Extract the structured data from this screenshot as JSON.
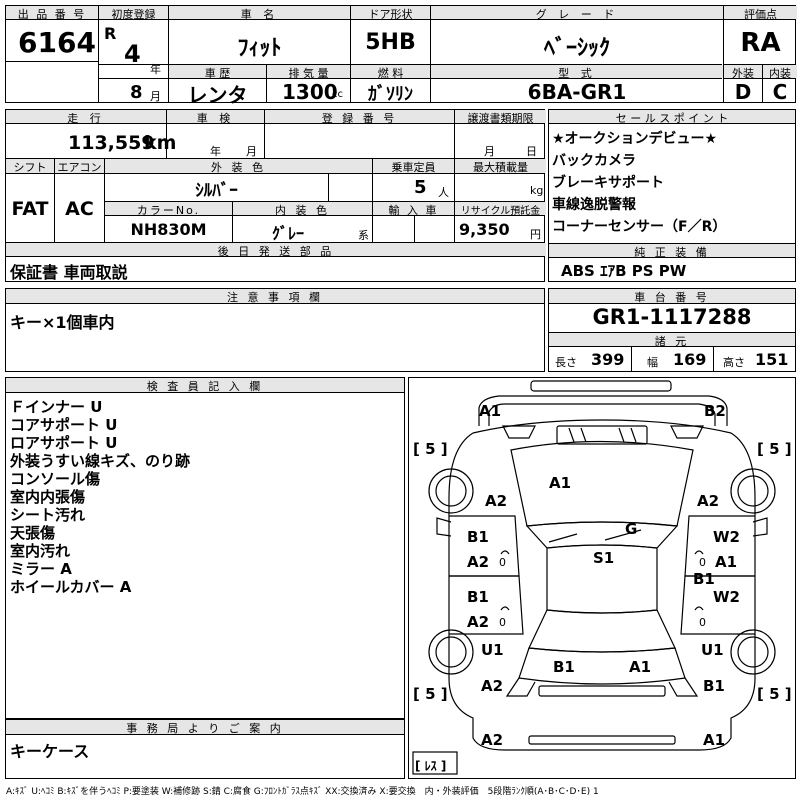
{
  "header": {
    "lot_no_label": "出 品 番 号",
    "lot_no": "6164",
    "first_reg_label": "初度登録",
    "era": "R",
    "year": "4",
    "year_unit": "年",
    "month": "8",
    "month_unit": "月",
    "car_name_label": "車 名",
    "car_name": "ﾌｨｯﾄ",
    "history_label": "車 歴",
    "history": "レンタ",
    "displacement_label": "排 気 量",
    "displacement": "1300",
    "displacement_unit": "cc",
    "door_label": "ドア形状",
    "door": "5HB",
    "fuel_label": "燃 料",
    "fuel": "ｶﾞｿﾘﾝ",
    "grade_label": "グ レ ー ド",
    "grade": "ﾍﾞｰｼｯｸ",
    "model_label": "型 式",
    "model": "6BA-GR1",
    "score_label": "評価点",
    "score": "RA",
    "exterior_label": "外装",
    "exterior": "D",
    "interior_label": "内装",
    "interior": "C"
  },
  "row2": {
    "mileage_label": "走 行",
    "mileage": "113,559",
    "mileage_unit": "km",
    "inspection_label": "車 検",
    "insp_year_unit": "年",
    "insp_month_unit": "月",
    "reg_no_label": "登 録 番 号",
    "transfer_label": "譲渡書類期限",
    "transfer_month_unit": "月",
    "transfer_day_unit": "日",
    "shift_label": "シフト",
    "shift": "FAT",
    "ac_label": "エアコン",
    "ac": "AC",
    "ext_color_label": "外 装 色",
    "ext_color": "ｼﾙﾊﾞｰ",
    "capacity_label": "乗車定員",
    "capacity": "5",
    "capacity_unit": "人",
    "max_load_label": "最大積載量",
    "max_load_unit": "kg",
    "color_no_label": "カラーNo.",
    "color_no": "NH830M",
    "int_color_label": "内 装 色",
    "int_color": "ｸﾞﾚｰ",
    "int_color_unit": "系",
    "import_label": "輸 入 車",
    "recycle_label": "リサイクル預託金",
    "recycle": "9,350",
    "recycle_unit": "円",
    "later_parts_label": "後 日 発 送 部 品",
    "later_parts": "保証書 車両取説"
  },
  "sales_points": {
    "label": "セ ー ル ス ポ イ ン ト",
    "items": [
      "★オークションデビュー★",
      "バックカメラ",
      "ブレーキサポート",
      "車線逸脱警報",
      "コーナーセンサー（F／R）"
    ]
  },
  "equipment": {
    "label": "純 正 装 備",
    "value": "ABS ｴｱB PS PW"
  },
  "notes": {
    "label": "注 意 事 項 欄",
    "value": "キー×1個車内"
  },
  "chassis": {
    "label": "車 台 番 号",
    "value": "GR1-1117288",
    "spec_label": "諸 元",
    "length_label": "長さ",
    "length": "399",
    "width_label": "幅",
    "width": "169",
    "height_label": "高さ",
    "height": "151"
  },
  "inspector": {
    "label": "検 査 員 記 入 欄",
    "lines": [
      "Ｆインナー U",
      "コアサポート U",
      "ロアサポート U",
      "外装うすい線キズ、のり跡",
      "コンソール傷",
      "室内内張傷",
      "シート汚れ",
      "天張傷",
      "室内汚れ",
      "ミラー A",
      "ホイールカバー A"
    ]
  },
  "office": {
    "label": "事 務 局 よ り ご 案 内",
    "value": "キーケース"
  },
  "diagram": {
    "tires": [
      "[ 5 ]",
      "[ 5 ]",
      "[ 5 ]",
      "[ 5 ]"
    ],
    "spare": "[ ﾚｽ ]",
    "marks": {
      "front_left": "A1",
      "front_right": "B2",
      "bonnet": "A1",
      "left_front_fender": "A2",
      "right_front_fender": "A2",
      "roof": "G",
      "cabin": "S1",
      "left_front_door_1": "B1",
      "left_front_door_2": "A2",
      "right_front_door_1": "W2",
      "right_front_door_2": "A1",
      "right_front_door_3": "B1",
      "left_rear_door_1": "B1",
      "left_rear_door_2": "A2",
      "right_rear_door": "W2",
      "left_rear_quarter": "U1",
      "right_rear_quarter": "U1",
      "trunk_left": "B1",
      "trunk_right": "A1",
      "left_rear_corner": "A2",
      "right_rear_corner": "B1",
      "rear_bumper_left": "A2",
      "rear_bumper_right": "A1",
      "zero_mark": "0"
    }
  },
  "legend": "A:ｷｽﾞ U:ﾍｺﾐ B:ｷｽﾞを伴うﾍｺﾐ P:要塗装 W:補修跡 S:錆 C:腐食 G:ﾌﾛﾝﾄｶﾞﾗｽ点ｷｽﾞ XX:交換済み X:要交換　内・外装評価　5段階ﾗﾝｸ順(A･B･C･D･E) 1",
  "colors": {
    "header_bg": "#e6e6e6",
    "line": "#000000"
  }
}
